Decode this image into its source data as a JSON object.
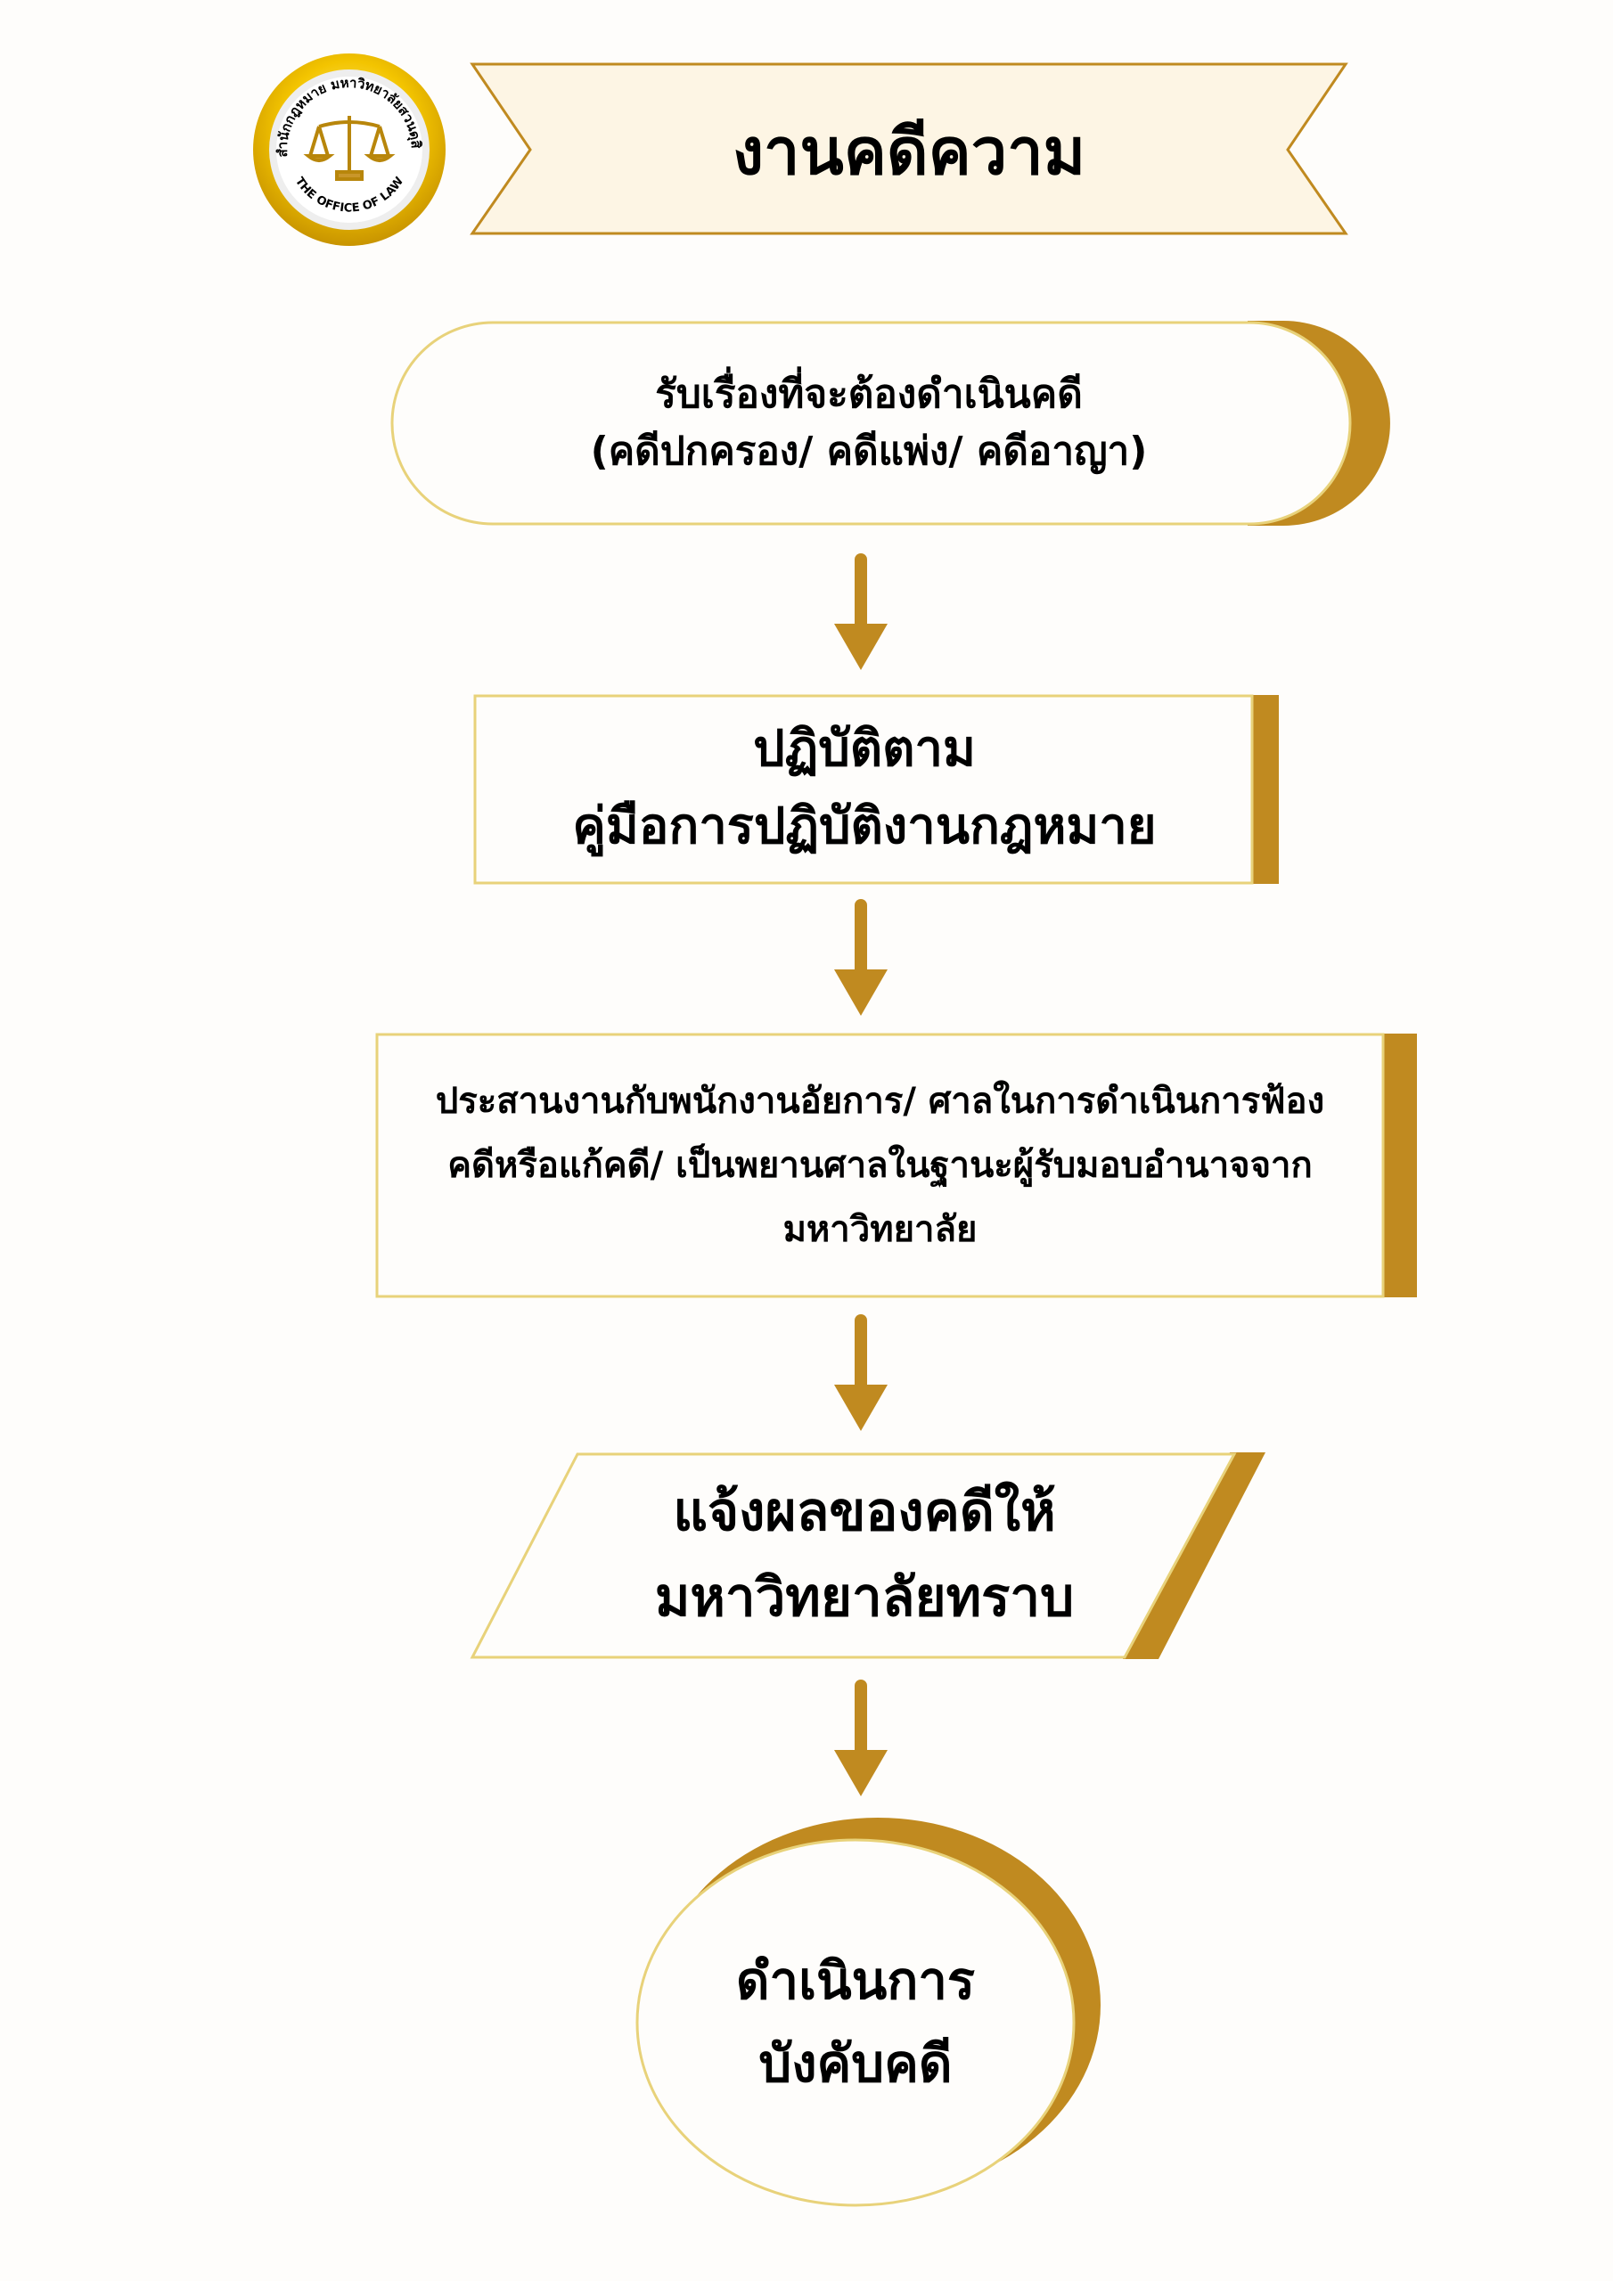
{
  "logo": {
    "text_top": "สำนักกฎหมาย มหาวิทยาลัยสวนดุสิต",
    "text_bottom": "THE OFFICE OF LAW",
    "icon": "scales-of-justice-icon"
  },
  "title": "งานคดีความ",
  "steps": [
    {
      "lines": [
        "รับเรื่องที่จะต้องดำเนินคดี",
        "(คดีปกครอง/ คดีแพ่ง/ คดีอาญา)"
      ]
    },
    {
      "lines": [
        "ปฏิบัติตาม",
        "คู่มือการปฏิบัติงานกฎหมาย"
      ]
    },
    {
      "lines": [
        "ประสานงานกับพนักงานอัยการ/ ศาลในการดำเนินการฟ้อง",
        "คดีหรือแก้คดี/ เป็นพยานศาลในฐานะผู้รับมอบอำนาจจาก",
        "มหาวิทยาลัย"
      ]
    },
    {
      "lines": [
        "แจ้งผลของคดีให้",
        "มหาวิทยาลัยทราบ"
      ]
    },
    {
      "lines": [
        "ดำเนินการ",
        "บังคับคดี"
      ]
    }
  ],
  "colors": {
    "gold": "#c08a20",
    "outline": "#e8d27a",
    "banner_fill": "#fdf5e4",
    "background": "#fefdfb"
  }
}
